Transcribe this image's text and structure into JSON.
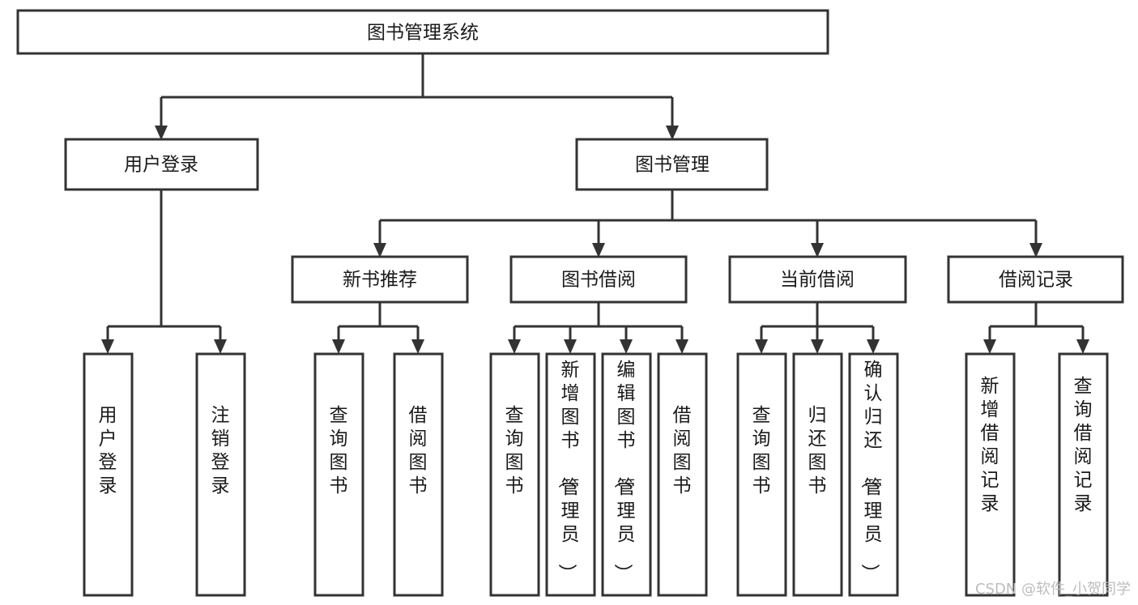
{
  "diagram": {
    "title": "图书管理系统",
    "type": "tree-hierarchy-flowchart",
    "root": {
      "id": "root",
      "label": "图书管理系统"
    },
    "level2": [
      {
        "id": "user-login",
        "label": "用户登录"
      },
      {
        "id": "book-manage",
        "label": "图书管理"
      }
    ],
    "level3": [
      {
        "id": "new-book-recommend",
        "label": "新书推荐",
        "parent": "book-manage"
      },
      {
        "id": "book-borrow",
        "label": "图书借阅",
        "parent": "book-manage"
      },
      {
        "id": "current-borrow",
        "label": "当前借阅",
        "parent": "book-manage"
      },
      {
        "id": "borrow-record",
        "label": "借阅记录",
        "parent": "book-manage"
      }
    ],
    "leaves": {
      "user-login": [
        {
          "id": "leaf-user-login",
          "label": "用户登录"
        },
        {
          "id": "leaf-user-logout",
          "label": "注销登录"
        }
      ],
      "new-book-recommend": [
        {
          "id": "leaf-query-book-1",
          "label": "查询图书"
        },
        {
          "id": "leaf-borrow-book-1",
          "label": "借阅图书"
        }
      ],
      "book-borrow": [
        {
          "id": "leaf-query-book-2",
          "label": "查询图书"
        },
        {
          "id": "leaf-add-book",
          "label": "新增图书（管理员）"
        },
        {
          "id": "leaf-edit-book",
          "label": "编辑图书（管理员）"
        },
        {
          "id": "leaf-borrow-book-2",
          "label": "借阅图书"
        }
      ],
      "current-borrow": [
        {
          "id": "leaf-query-book-3",
          "label": "查询图书"
        },
        {
          "id": "leaf-return-book",
          "label": "归还图书"
        },
        {
          "id": "leaf-confirm-return",
          "label": "确认归还（管理员）"
        }
      ],
      "borrow-record": [
        {
          "id": "leaf-add-record",
          "label": "新增借阅记录"
        },
        {
          "id": "leaf-query-record",
          "label": "查询借阅记录"
        }
      ]
    }
  },
  "watermark": {
    "text": "CSDN @软件_小贺同学"
  },
  "colors": {
    "stroke": "#333333",
    "fill": "#ffffff",
    "text": "#1a1a1a",
    "watermark": "#bdbdbd"
  }
}
